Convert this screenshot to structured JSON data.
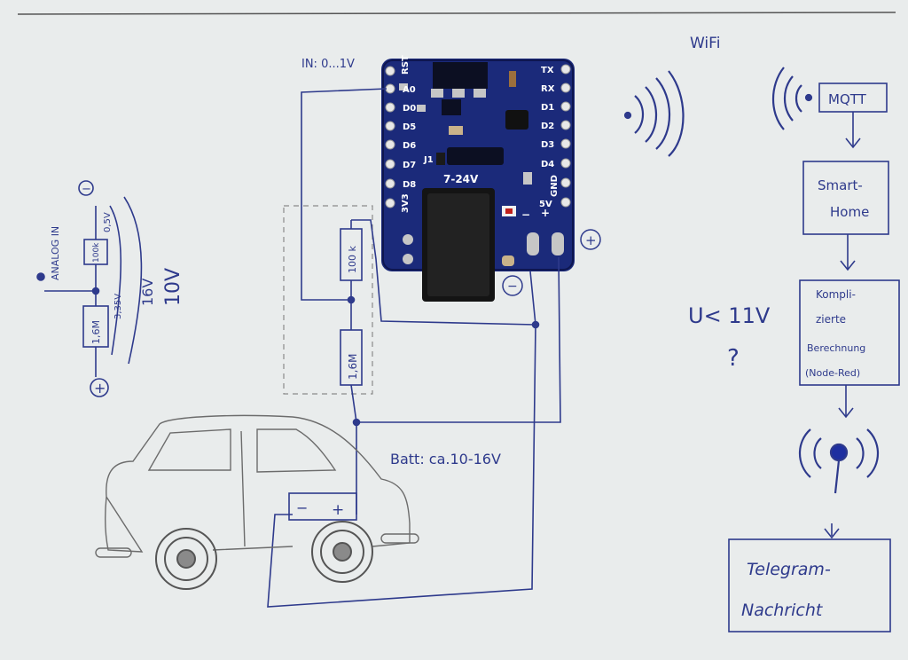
{
  "colors": {
    "paper": "#e9ecec",
    "ink_blue": "#2e3a8c",
    "pencil": "#6c6c6c",
    "pcb": "#1b2a7a",
    "pcb_dark": "#101a55",
    "silkscreen": "#ffffff"
  },
  "left_sketch": {
    "label_analog_in": "ANALOG IN",
    "resistor_top": "100k",
    "resistor_bottom": "1,6M",
    "minus_symbol": "−",
    "plus_symbol": "+",
    "label_03v": "0,5V",
    "label_35v": "3,35V",
    "label_10v": "10V",
    "label_16v": "16V"
  },
  "board": {
    "left_pins": [
      "RST",
      "A0",
      "D0",
      "D5",
      "D6",
      "D7",
      "D8",
      "3V3"
    ],
    "right_pins": [
      "TX",
      "RX",
      "D1",
      "D2",
      "D3",
      "D4",
      "GND",
      "5V"
    ],
    "voltage_label": "7-24V",
    "jumper_label": "J1",
    "minus_mark": "−",
    "plus_mark": "+",
    "input_note": "IN: 0...1V"
  },
  "divider": {
    "resistor_top": "100 k",
    "resistor_bottom": "1,6M",
    "minus_terminal": "−",
    "plus_terminal": "+"
  },
  "battery": {
    "minus": "−",
    "plus": "+",
    "label": "Batt: ca.10-16V"
  },
  "flow": {
    "wifi_label": "WiFi",
    "mqtt": "MQTT",
    "smart_home_line1": "Smart-",
    "smart_home_line2": "Home",
    "calc_line1": "Kompli-",
    "calc_line2": "zierte",
    "calc_line3": "Berechnung",
    "calc_line4": "(Node-Red)",
    "condition": "U< 11V",
    "question": "?",
    "telegram_line1": "Telegram-",
    "telegram_line2": "Nachricht"
  }
}
